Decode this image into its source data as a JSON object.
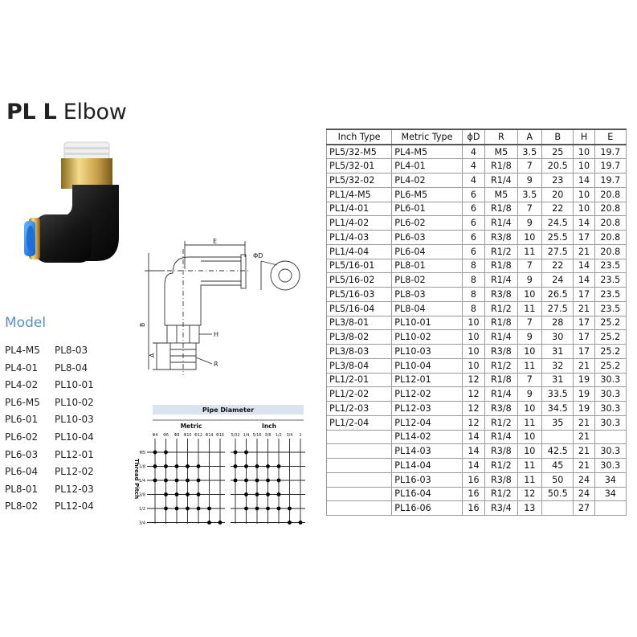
{
  "title": {
    "bold": "PL L",
    "light": "Elbow"
  },
  "model": {
    "heading": "Model",
    "col1": [
      "PL4-M5",
      "PL4-01",
      "PL4-02",
      "PL6-M5",
      "PL6-01",
      "PL6-02",
      "PL6-03",
      "PL6-04",
      "PL8-01",
      "PL8-02"
    ],
    "col2": [
      "PL8-03",
      "PL8-04",
      "PL10-01",
      "PL10-02",
      "PL10-03",
      "PL10-04",
      "PL12-01",
      "PL12-02",
      "PL12-03",
      "PL12-04"
    ]
  },
  "drawing": {
    "label_e": "E",
    "label_d": "ΦD",
    "label_b": "B",
    "label_a": "A",
    "label_h": "H",
    "label_r": "R"
  },
  "pipe_chart": {
    "title": "Pipe Diameter",
    "metric_label": "Metric",
    "inch_label": "Inch",
    "thread_label": "Thread Pitch",
    "metric_cols": [
      "Φ4",
      "Φ6",
      "Φ8",
      "Φ10",
      "Φ12",
      "Φ14",
      "Φ16"
    ],
    "inch_cols": [
      "5/32",
      "1/4",
      "5/16",
      "3/8",
      "1/2",
      "3/4",
      "1"
    ],
    "rows": [
      "M5",
      "1/8",
      "1/4",
      "3/8",
      "1/2",
      "3/4"
    ],
    "metric_dots": [
      [
        0,
        1
      ],
      [
        0,
        1,
        2,
        3,
        4
      ],
      [
        0,
        1,
        2,
        3,
        4
      ],
      [
        1,
        2,
        3,
        4
      ],
      [
        1,
        2,
        3,
        4,
        5
      ],
      [
        5,
        6
      ]
    ],
    "inch_dots": [
      [
        0,
        1
      ],
      [
        0,
        1,
        2,
        3,
        4
      ],
      [
        0,
        1,
        2,
        3,
        4
      ],
      [
        1,
        2,
        3,
        4
      ],
      [
        1,
        2,
        3,
        4,
        5
      ],
      [
        5,
        6
      ]
    ]
  },
  "table": {
    "headers": [
      "Inch Type",
      "Metric Type",
      "ϕD",
      "R",
      "A",
      "B",
      "H",
      "E"
    ],
    "rows": [
      [
        "PL5/32-M5",
        "PL4-M5",
        "4",
        "M5",
        "3.5",
        "25",
        "10",
        "19.7"
      ],
      [
        "PL5/32-01",
        "PL4-01",
        "4",
        "R1/8",
        "7",
        "20.5",
        "10",
        "19.7"
      ],
      [
        "PL5/32-02",
        "PL4-02",
        "4",
        "R1/4",
        "9",
        "23",
        "14",
        "19.7"
      ],
      [
        "PL1/4-M5",
        "PL6-M5",
        "6",
        "M5",
        "3.5",
        "20",
        "10",
        "20.8"
      ],
      [
        "PL1/4-01",
        "PL6-01",
        "6",
        "R1/8",
        "7",
        "22",
        "10",
        "20.8"
      ],
      [
        "PL1/4-02",
        "PL6-02",
        "6",
        "R1/4",
        "9",
        "24.5",
        "14",
        "20.8"
      ],
      [
        "PL1/4-03",
        "PL6-03",
        "6",
        "R3/8",
        "10",
        "25.5",
        "17",
        "20.8"
      ],
      [
        "PL1/4-04",
        "PL6-04",
        "6",
        "R1/2",
        "11",
        "27.5",
        "21",
        "20.8"
      ],
      [
        "PL5/16-01",
        "PL8-01",
        "8",
        "R1/8",
        "7",
        "22",
        "14",
        "23.5"
      ],
      [
        "PL5/16-02",
        "PL8-02",
        "8",
        "R1/4",
        "9",
        "24",
        "14",
        "23.5"
      ],
      [
        "PL5/16-03",
        "PL8-03",
        "8",
        "R3/8",
        "10",
        "26.5",
        "17",
        "23.5"
      ],
      [
        "PL5/16-04",
        "PL8-04",
        "8",
        "R1/2",
        "11",
        "27.5",
        "21",
        "23.5"
      ],
      [
        "PL3/8-01",
        "PL10-01",
        "10",
        "R1/8",
        "7",
        "28",
        "17",
        "25.2"
      ],
      [
        "PL3/8-02",
        "PL10-02",
        "10",
        "R1/4",
        "9",
        "30",
        "17",
        "25.2"
      ],
      [
        "PL3/8-03",
        "PL10-03",
        "10",
        "R3/8",
        "10",
        "31",
        "17",
        "25.2"
      ],
      [
        "PL3/8-04",
        "PL10-04",
        "10",
        "R1/2",
        "11",
        "32",
        "21",
        "25.2"
      ],
      [
        "PL1/2-01",
        "PL12-01",
        "12",
        "R1/8",
        "7",
        "31",
        "19",
        "30.3"
      ],
      [
        "PL1/2-02",
        "PL12-02",
        "12",
        "R1/4",
        "9",
        "33.5",
        "19",
        "30.3"
      ],
      [
        "PL1/2-03",
        "PL12-03",
        "12",
        "R3/8",
        "10",
        "34.5",
        "19",
        "30.3"
      ],
      [
        "PL1/2-04",
        "PL12-04",
        "12",
        "R1/2",
        "11",
        "35",
        "21",
        "30.3"
      ],
      [
        "",
        "PL14-02",
        "14",
        "R1/4",
        "10",
        "",
        "21",
        ""
      ],
      [
        "",
        "PL14-03",
        "14",
        "R3/8",
        "10",
        "42.5",
        "21",
        "30.3"
      ],
      [
        "",
        "PL14-04",
        "14",
        "R1/2",
        "11",
        "45",
        "21",
        "30.3"
      ],
      [
        "",
        "PL16-03",
        "16",
        "R3/8",
        "11",
        "50",
        "24",
        "34"
      ],
      [
        "",
        "PL16-04",
        "16",
        "R1/2",
        "12",
        "50.5",
        "24",
        "34"
      ],
      [
        "",
        "PL16-06",
        "16",
        "R3/4",
        "13",
        "",
        "27",
        ""
      ]
    ]
  }
}
